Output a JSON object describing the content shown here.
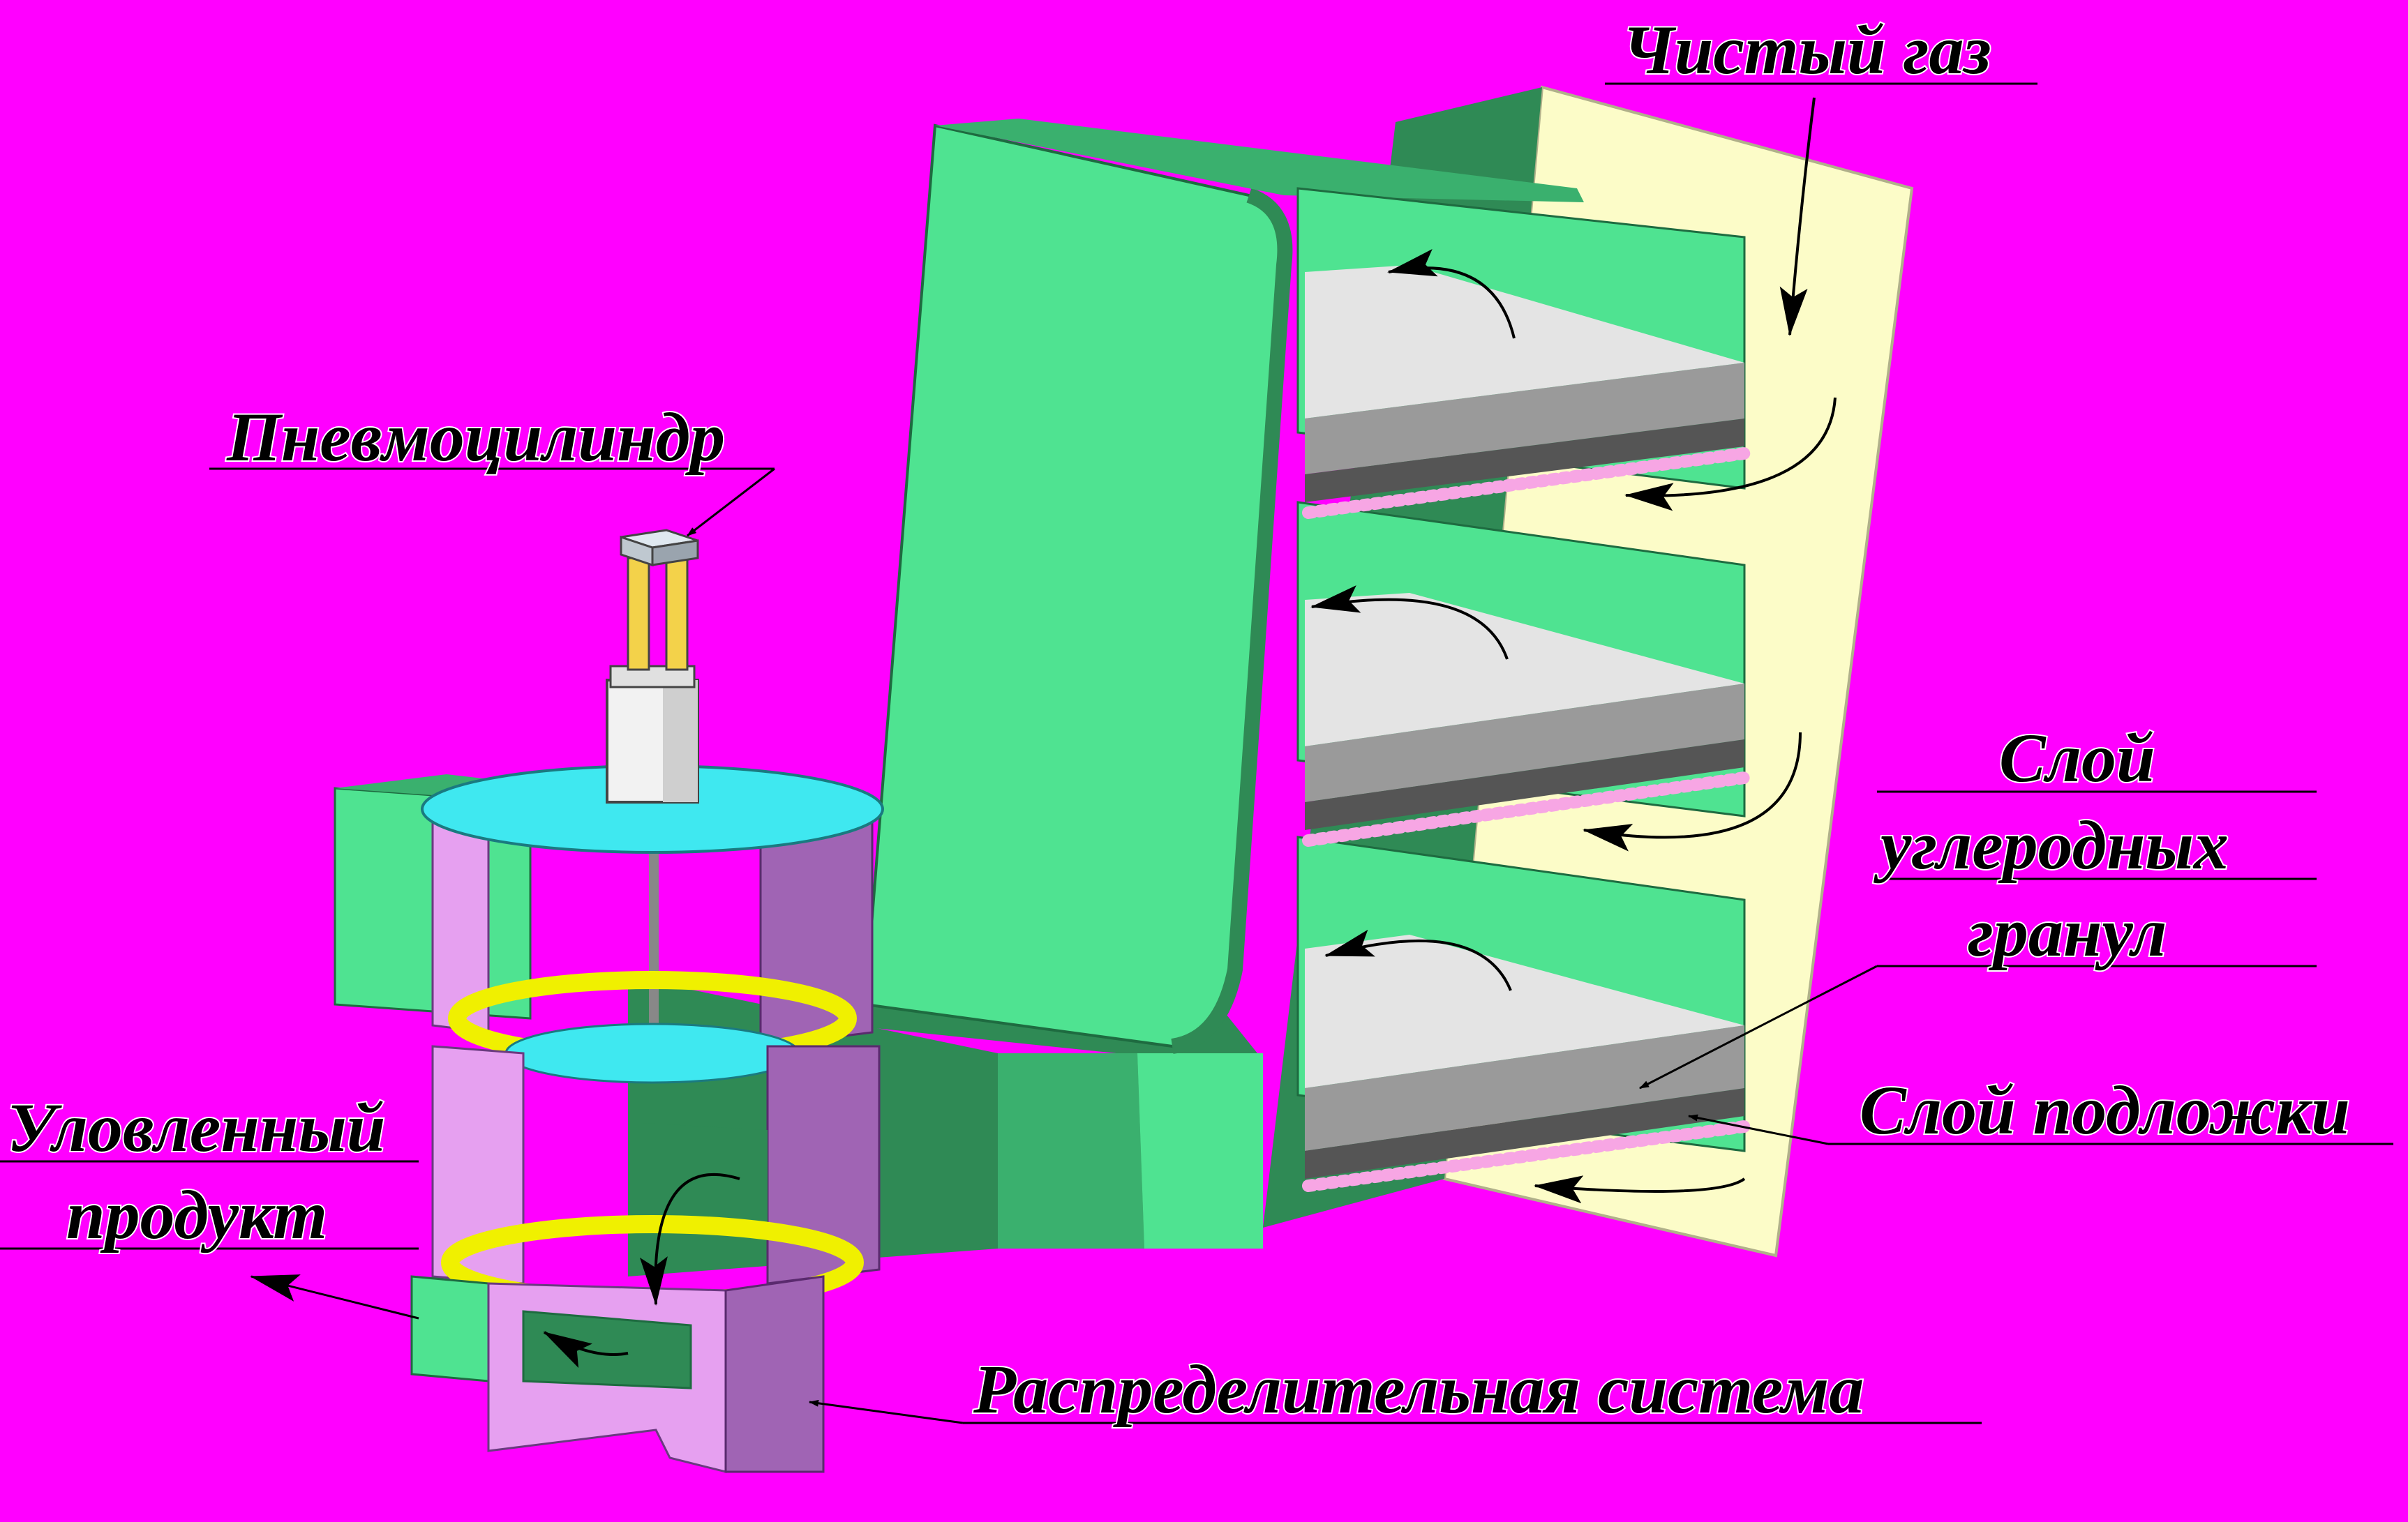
{
  "labels": {
    "clean_gas": "Чистый газ",
    "pneumocylinder": "Пневмоцилиндр",
    "carbon_layer_1": "Слой",
    "carbon_layer_2": "углеродных",
    "carbon_layer_3": "гранул",
    "substrate_layer": "Слой подложки",
    "captured_product_1": "Уловленный",
    "captured_product_2": "продукт",
    "distribution_system": "Распределительная система"
  },
  "colors": {
    "background_magenta": "#ff00ff",
    "body_green": "#4fe391",
    "dark_green": "#2f8a55",
    "panel_cream": "#fcfcc8",
    "tray_top_gray": "#e4e4e4",
    "tray_side_gray": "#9a9a9a",
    "yellow_ring": "#f0f000",
    "lavender": "#e6a0f0",
    "purple": "#a064b4",
    "cyan_disk": "#3fe8f0",
    "granule_pink": "#f7a6e4"
  }
}
